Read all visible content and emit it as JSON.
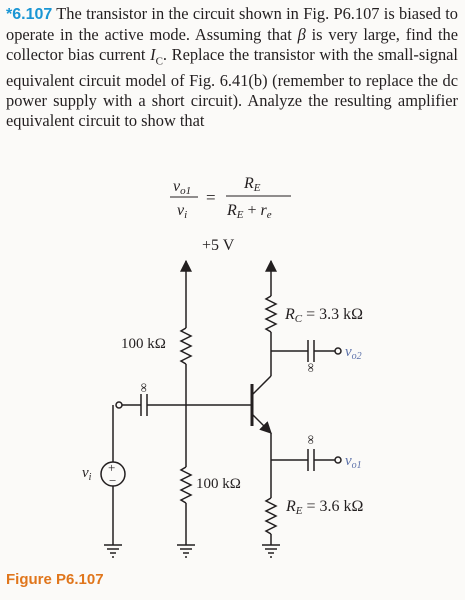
{
  "problem": {
    "number": "*6.107",
    "text_part1": "The transistor in the circuit shown in Fig. P6.107 is biased to operate in the active mode. Assuming that ",
    "beta": "β",
    "text_part2": " is very large, find the collector bias current ",
    "ic_symbol": "I",
    "ic_sub": "C",
    "text_part3": ". Replace the transistor with the small-signal equivalent circuit model of Fig. 6.41(b) (remember to replace the dc power supply with a short circuit). Analyze the resulting amplifier equivalent circuit to show that"
  },
  "equation": {
    "lhs_num_base": "v",
    "lhs_num_sub": "o1",
    "lhs_den_base": "v",
    "lhs_den_sub": "i",
    "equals": "=",
    "rhs_num_base": "R",
    "rhs_num_sub": "E",
    "rhs_den_base": "R",
    "rhs_den_sub": "E",
    "rhs_den_plus": " + ",
    "rhs_den_re_base": "r",
    "rhs_den_re_sub": "e"
  },
  "circuit": {
    "supply_label": "+5 V",
    "r_top": "100 kΩ",
    "r_bottom": "100 kΩ",
    "rc_base": "R",
    "rc_sub": "C",
    "rc_value": " = 3.3 kΩ",
    "re_base": "R",
    "re_sub": "E",
    "re_value": " = 3.6 kΩ",
    "cap_inf": "∞",
    "source_base": "v",
    "source_sub": "i",
    "source_plus": "+",
    "source_minus": "−",
    "out2_base": "v",
    "out2_sub": "o2",
    "out1_base": "v",
    "out1_sub": "o1"
  },
  "caption": "Figure P6.107",
  "colors": {
    "problem_number": "#1a96d4",
    "caption": "#e0761c",
    "output_label": "#5a6fa8",
    "ink": "#231f20"
  }
}
